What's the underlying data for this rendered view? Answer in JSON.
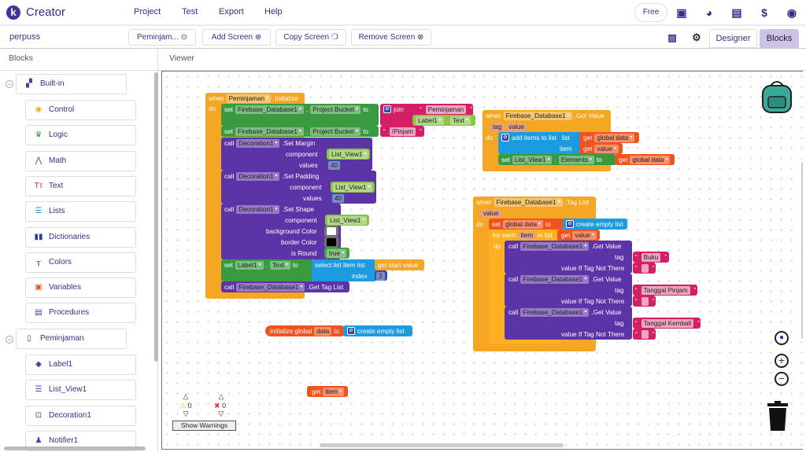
{
  "app": {
    "name": "Creator",
    "logo_letter": "k",
    "menu": [
      "Project",
      "Test",
      "Export",
      "Help"
    ],
    "plan": "Free",
    "icons": [
      "folder-star-icon",
      "palette-icon",
      "docs-icon",
      "dollar-icon",
      "account-icon"
    ]
  },
  "toolbar": {
    "project": "perpuss",
    "screen_select": "Peminjam...",
    "add_screen": "Add Screen",
    "copy_screen": "Copy Screen",
    "remove_screen": "Remove Screen",
    "designer": "Designer",
    "blocks": "Blocks",
    "active_tab": "Blocks"
  },
  "panels": {
    "blocks": "Blocks",
    "viewer": "Viewer"
  },
  "sidebar": {
    "builtin": "Built-in",
    "builtin_items": [
      {
        "label": "Control",
        "color": "#f5a623"
      },
      {
        "label": "Logic",
        "color": "#3a9a40"
      },
      {
        "label": "Math",
        "color": "#3a4aa8"
      },
      {
        "label": "Text",
        "color": "#d41e66"
      },
      {
        "label": "Lists",
        "color": "#1d9be0"
      },
      {
        "label": "Dictionaries",
        "color": "#2d3a9a"
      },
      {
        "label": "Colors",
        "color": "#777777"
      },
      {
        "label": "Variables",
        "color": "#f0531d"
      },
      {
        "label": "Procedures",
        "color": "#5d33a8"
      }
    ],
    "screen": "Peminjaman",
    "components": [
      "Label1",
      "List_View1",
      "Decoration1",
      "Notifier1"
    ]
  },
  "blocks": {
    "init": {
      "when": "when",
      "component": "Peminjaman",
      "event": ".Initialize",
      "do": "do",
      "set1": {
        "set": "set",
        "component": "Firebase_Database1",
        "dot": ".",
        "property": "Project Bucket",
        "to": "to"
      },
      "join": {
        "label": "join",
        "str1": "Peminjaman",
        "comp": "Label1",
        "dot": ".",
        "prop": "Text"
      },
      "set2": {
        "set": "set",
        "component": "Firebase_Database1",
        "dot": ".",
        "property": "Project Bucket",
        "to": "to",
        "str": "/Pinjam"
      },
      "margin": {
        "call": "call",
        "component": "Decoration1",
        "method": ".Set Margin",
        "arg1": "component",
        "val1": "List_View1",
        "arg2": "values",
        "val2": "40"
      },
      "padding": {
        "call": "call",
        "component": "Decoration1",
        "method": ".Set Padding",
        "arg1": "component",
        "val1": "List_View1",
        "arg2": "values",
        "val2": "40"
      },
      "shape": {
        "call": "call",
        "component": "Decoration1",
        "method": ".Set Shape",
        "arg1": "component",
        "val1": "List_View1",
        "arg2": "background Color",
        "color2": "#ffffff",
        "arg3": "border Color",
        "color3": "#000000",
        "arg4": "is Round",
        "val4": "true"
      },
      "set3": {
        "set": "set",
        "component": "Label1",
        "dot": ".",
        "property": "Text",
        "to": "to",
        "select": "select list item  list",
        "index": "index",
        "get": "get start value",
        "num": "2"
      },
      "gettag": {
        "call": "call",
        "component": "Firebase_Database1",
        "method": ".Get Tag List"
      }
    },
    "gotvalue": {
      "when": "when",
      "component": "Firebase_Database1",
      "event": ".Got Value",
      "param1": "tag",
      "param2": "value",
      "do": "do",
      "add": {
        "label": "add items to list",
        "list": "list",
        "item": "item",
        "get": "get",
        "var1": "global data",
        "var2": "value"
      },
      "set": {
        "set": "set",
        "component": "List_View1",
        "dot": ".",
        "property": "Elements",
        "to": "to",
        "get": "get",
        "var": "global data"
      }
    },
    "taglist": {
      "when": "when",
      "component": "Firebase_Database1",
      "event": ".Tag List",
      "param": "value",
      "do": "do",
      "set": {
        "set": "set",
        "var": "global data",
        "to": "to",
        "create": "create empty list"
      },
      "foreach": {
        "label": "for each",
        "var": "item",
        "in": "in list",
        "get": "get",
        "val": "value",
        "do": "do"
      },
      "calls": [
        {
          "call": "call",
          "component": "Firebase_Database1",
          "method": ".Get Value",
          "tag": "tag",
          "tag_val": "Buku",
          "def": "value If Tag Not There",
          "def_val": ""
        },
        {
          "call": "call",
          "component": "Firebase_Database1",
          "method": ".Get Value",
          "tag": "tag",
          "tag_val": "Tanggal Pinjam",
          "def": "value If Tag Not There",
          "def_val": ""
        },
        {
          "call": "call",
          "component": "Firebase_Database1",
          "method": ".Get Value",
          "tag": "tag",
          "tag_val": "Tanggal Kembali",
          "def": "value If Tag Not There",
          "def_val": ""
        }
      ]
    },
    "global": {
      "label": "initialize global",
      "name": "data",
      "to": "to",
      "create": "create empty list"
    },
    "getitem": {
      "get": "get",
      "var": "item"
    }
  },
  "warnings": {
    "warning_count": "0",
    "error_count": "0",
    "button": "Show Warnings"
  }
}
